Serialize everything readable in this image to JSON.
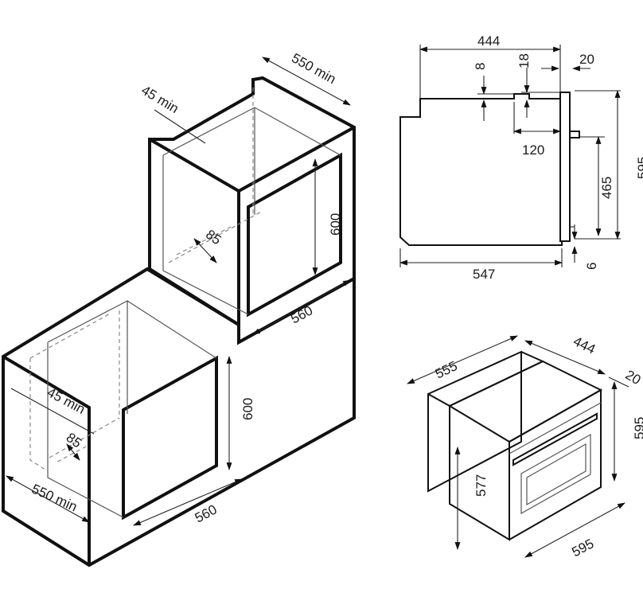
{
  "diagram": {
    "niche_upper": {
      "depth_label": "550 min",
      "gap_label": "45 min",
      "height_label": "600",
      "vent_label": "85",
      "width_label": "560"
    },
    "niche_lower": {
      "gap_label": "45 min",
      "vent_label": "85",
      "height_label": "600",
      "width_label": "560",
      "depth_label": "550 min"
    },
    "side_view": {
      "depth_label": "444",
      "offset_top_label": "8",
      "step_label": "18",
      "front_label": "20",
      "step_depth_label": "120",
      "height_label": "595",
      "inner_height_label": "465",
      "bottom_label": "6",
      "total_depth_label": "547"
    },
    "iso_view": {
      "width_label": "555",
      "depth_label": "444",
      "front_label": "20",
      "height_label": "595",
      "body_height_label": "577",
      "front_width_label": "595"
    }
  }
}
